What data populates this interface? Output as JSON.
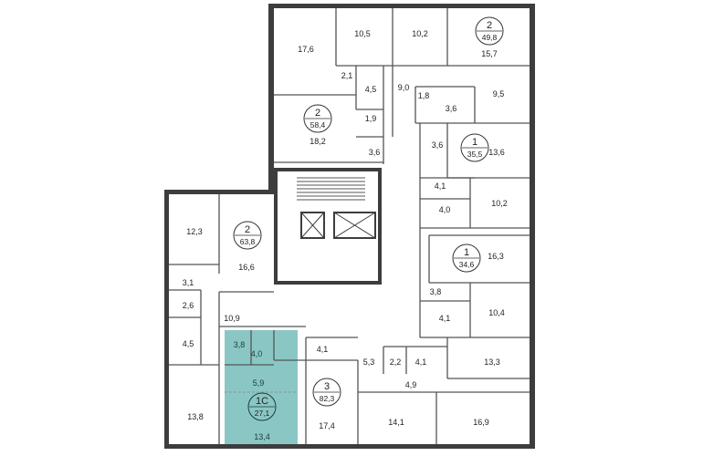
{
  "apartments": [
    {
      "id": "apt-1-top",
      "number": "1",
      "area": "35,5"
    },
    {
      "id": "apt-1-mid",
      "number": "1",
      "area": "34,6"
    },
    {
      "id": "apt-2-top-right",
      "number": "2",
      "area": "49,8"
    },
    {
      "id": "apt-2-center",
      "number": "2",
      "area": "58,4"
    },
    {
      "id": "apt-2-left",
      "number": "2",
      "area": "63,8"
    },
    {
      "id": "apt-3",
      "number": "3",
      "area": "82,3"
    },
    {
      "id": "apt-1c",
      "number": "1С",
      "area": "27,1"
    }
  ],
  "rooms": [
    "17,6",
    "10,5",
    "10,2",
    "15,7",
    "2,1",
    "4,5",
    "9,0",
    "1,8",
    "3,6",
    "9,5",
    "1,9",
    "18,2",
    "3,6",
    "3,6",
    "13,6",
    "4,1",
    "10,2",
    "4,0",
    "12,3",
    "16,3",
    "16,6",
    "3,1",
    "3,8",
    "10,4",
    "2,6",
    "4,1",
    "10,9",
    "4,5",
    "3,8",
    "4,0",
    "4,1",
    "5,3",
    "2,2",
    "4,1",
    "13,3",
    "5,9",
    "4,9",
    "13,8",
    "13,4",
    "17,4",
    "14,1",
    "16,9"
  ],
  "highlight": {
    "apartment": "1С",
    "color": "#8ac7c4"
  },
  "colors": {
    "wall": "#3d3d3d",
    "highlight": "#8ac7c4",
    "background": "#ffffff"
  }
}
